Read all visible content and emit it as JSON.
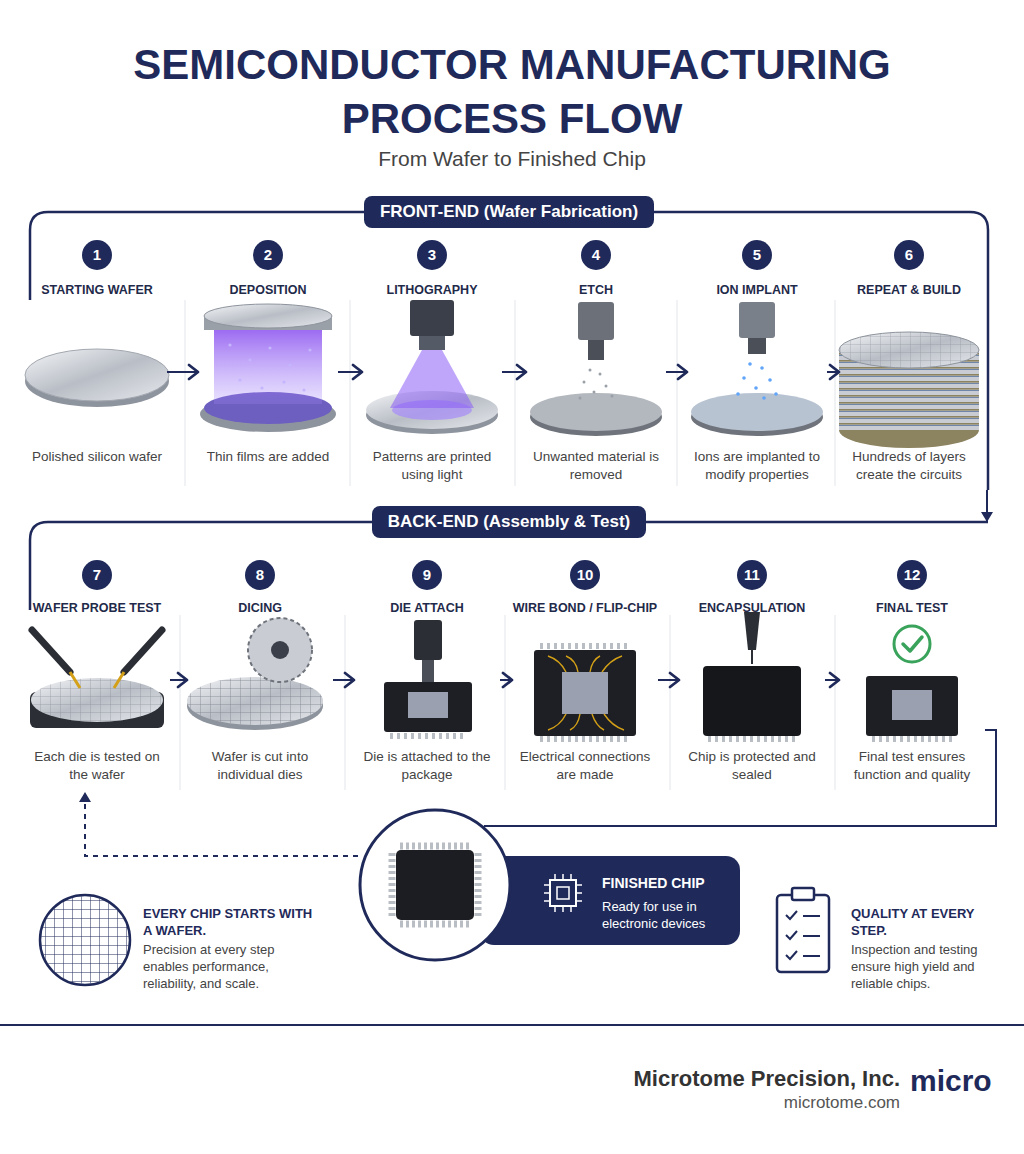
{
  "diagram": {
    "title": "SEMICONDUCTOR MANUFACTURING PROCESS FLOW",
    "caption": "From Wafer to Finished Chip",
    "nodes": [
      {
        "text": [
          "FRONT-END (Wafer Fabrication)"
        ]
      },
      {
        "text": [
          "1",
          "STARTING WAFER",
          "Polished silicon wafer"
        ],
        "in": 0
      },
      {
        "text": [
          "2",
          "DEPOSITION",
          "Thin films are added"
        ],
        "in": 0
      },
      {
        "text": [
          "3",
          "LITHOGRAPHY",
          "Patterns are printed using light"
        ],
        "in": 0
      },
      {
        "text": [
          "4",
          "ETCH",
          "Unwanted material is removed"
        ],
        "in": 0
      },
      {
        "text": [
          "5",
          "ION IMPLANT",
          "Ions are implanted to modify properties"
        ],
        "in": 0
      },
      {
        "text": [
          "6",
          "REPEAT & BUILD",
          "Hundreds of layers create the circuits"
        ],
        "in": 0
      },
      {
        "text": [
          "BACK-END (Assembly & Test)"
        ]
      },
      {
        "text": [
          "7",
          "WAFER PROBE TEST",
          "Each die is tested on the wafer"
        ],
        "in": 7
      },
      {
        "text": [
          "8",
          "DICING",
          "Wafer is cut into individual dies"
        ],
        "in": 7
      },
      {
        "text": [
          "9",
          "DIE ATTACH",
          "Die is attached to the package"
        ],
        "in": 7
      },
      {
        "text": [
          "10",
          "WIRE BOND / FLIP-CHIP",
          "Electrical connections are made"
        ],
        "in": 7
      },
      {
        "text": [
          "11",
          "ENCAPSULATION",
          "Chip is protected and sealed"
        ],
        "in": 7
      },
      {
        "text": [
          "12",
          "FINAL TEST",
          "Final test ensures function and quality"
        ],
        "in": 7
      },
      {
        "text": [
          "FINISHED CHIP",
          "Ready for use in electronic devices"
        ]
      }
    ],
    "edges": [
      {
        "from": 1,
        "to": 2,
        "arrow": "to"
      },
      {
        "from": 2,
        "to": 3,
        "arrow": "to"
      },
      {
        "from": 3,
        "to": 4,
        "arrow": "to"
      },
      {
        "from": 4,
        "to": 5,
        "arrow": "to"
      },
      {
        "from": 5,
        "to": 6,
        "arrow": "to"
      },
      {
        "from": 0,
        "to": 7,
        "arrow": "to"
      },
      {
        "from": 8,
        "to": 9,
        "arrow": "to"
      },
      {
        "from": 9,
        "to": 10,
        "arrow": "to"
      },
      {
        "from": 10,
        "to": 11,
        "arrow": "to"
      },
      {
        "from": 11,
        "to": 12,
        "arrow": "to"
      },
      {
        "from": 12,
        "to": 13,
        "arrow": "to"
      },
      {
        "from": 13,
        "to": 14,
        "arrow": "none"
      },
      {
        "from": 14,
        "to": 8,
        "arrow": "to"
      }
    ],
    "labels": [
      "EVERY CHIP STARTS WITH A WAFER.",
      "Precision at every step enables performance, reliability, and scale.",
      "QUALITY AT EVERY STEP.",
      "Inspection and testing ensure high yield and reliable chips.",
      "Microtome Precision, Inc.",
      "microtome.com",
      "micro"
    ]
  }
}
